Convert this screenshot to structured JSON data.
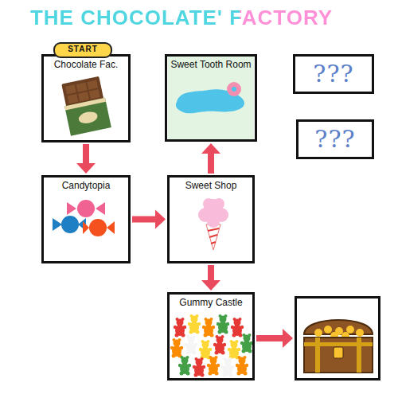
{
  "diagram": {
    "title": "THE CHOCOLATE' FACTORY",
    "nodes": [
      {
        "text": [
          "START"
        ]
      },
      {
        "text": [
          "Chocolate Fac."
        ]
      },
      {
        "text": [
          "Sweet Tooth Room"
        ]
      },
      {
        "text": [
          "???"
        ]
      },
      {
        "text": [
          "???"
        ]
      },
      {
        "text": [
          "Candytopia"
        ]
      },
      {
        "text": [
          "Sweet Shop"
        ]
      },
      {
        "text": [
          "Gummy Castle"
        ]
      },
      {
        "text": []
      }
    ],
    "edges": [
      {
        "from": 1,
        "to": 5,
        "arrow": "to"
      },
      {
        "from": 5,
        "to": 6,
        "arrow": "to"
      },
      {
        "from": 6,
        "to": 2,
        "arrow": "to"
      },
      {
        "from": 6,
        "to": 7,
        "arrow": "to"
      },
      {
        "from": 7,
        "to": 8,
        "arrow": "to"
      }
    ]
  }
}
